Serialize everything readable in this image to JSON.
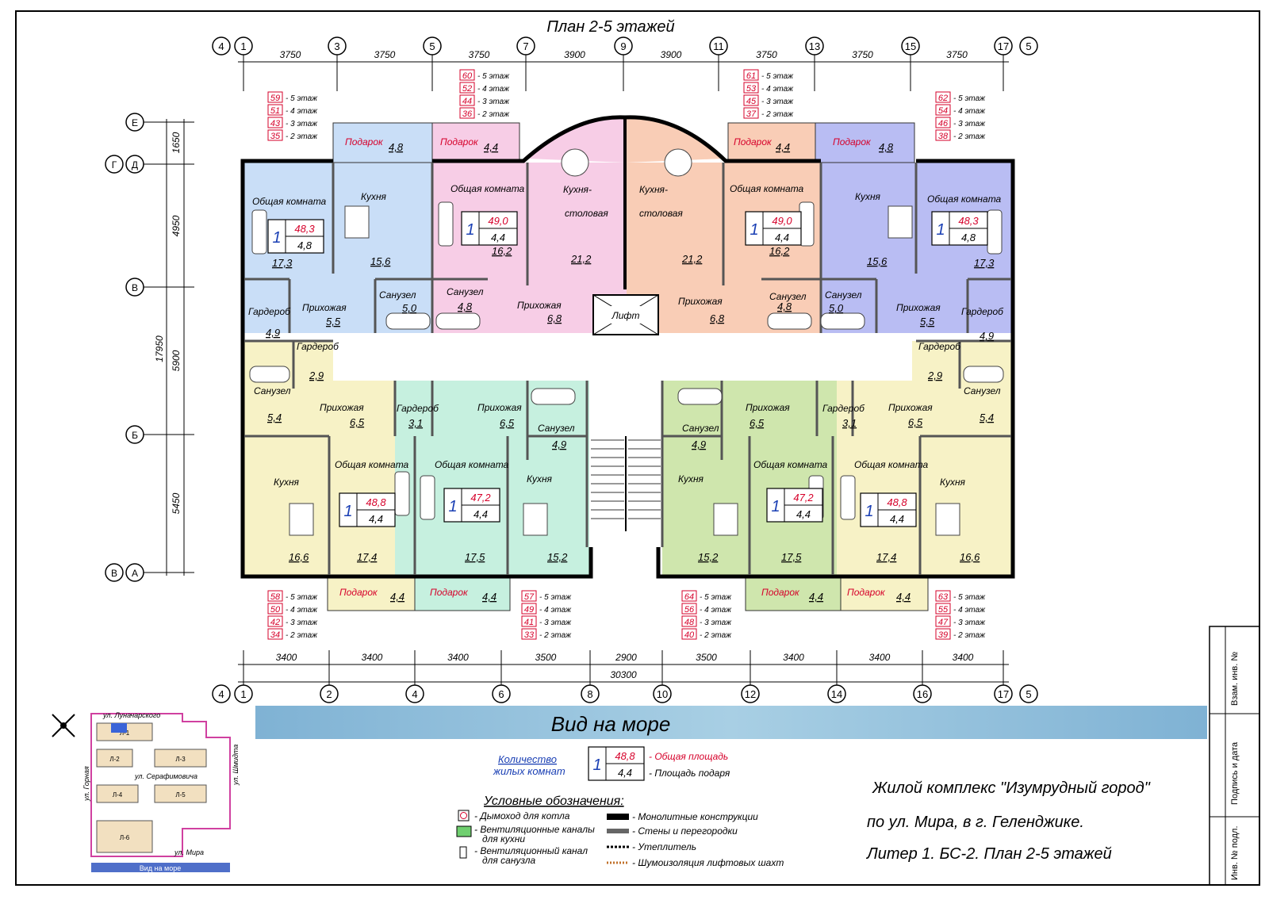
{
  "title": "План 2-5 этажей",
  "axes_top": [
    "1",
    "3",
    "5",
    "7",
    "9",
    "11",
    "13",
    "15",
    "17"
  ],
  "axes_bottom": [
    "1",
    "2",
    "4",
    "6",
    "8",
    "10",
    "12",
    "14",
    "16",
    "17"
  ],
  "axes_side": {
    "top_left": "4",
    "top_right": "5",
    "bottom_left": "4",
    "bottom_right": "5"
  },
  "dims_top": [
    "3750",
    "3750",
    "3750",
    "3900",
    "3900",
    "3750",
    "3750",
    "3750"
  ],
  "dims_bottom": [
    "3400",
    "3400",
    "3400",
    "3500",
    "2900",
    "3500",
    "3400",
    "3400",
    "3400"
  ],
  "dim_total": "30300",
  "left_axes": {
    "e": "Е",
    "g": "Г",
    "d": "Д",
    "v": "В",
    "b": "Б",
    "va": "В",
    "a": "А"
  },
  "left_dims": {
    "d1650": "1650",
    "d4950": "4950",
    "d17950": "17950",
    "d5900": "5900",
    "d5450": "5450"
  },
  "floor_suffix": {
    "f5": "- 5 этаж",
    "f4": "- 4 этаж",
    "f3": "- 3 этаж",
    "f2": "- 2 этаж"
  },
  "floor_lists": [
    [
      "59",
      "51",
      "43",
      "35"
    ],
    [
      "60",
      "52",
      "44",
      "36"
    ],
    [
      "61",
      "53",
      "45",
      "37"
    ],
    [
      "62",
      "54",
      "46",
      "38"
    ],
    [
      "58",
      "50",
      "42",
      "34"
    ],
    [
      "57",
      "49",
      "41",
      "33"
    ],
    [
      "64",
      "56",
      "48",
      "40"
    ],
    [
      "63",
      "55",
      "47",
      "39"
    ]
  ],
  "rooms": {
    "gift": "Подарок",
    "living": "Общая комната",
    "kitchen": "Кухня",
    "kitchen_dining": "Кухня-",
    "dining": "столовая",
    "bath": "Санузел",
    "hall": "Прихожая",
    "wardrobe": "Гардероб",
    "lift": "Лифт"
  },
  "apartments": [
    {
      "rooms": "1",
      "total": "48,3",
      "balcony": "4,8"
    },
    {
      "rooms": "1",
      "total": "49,0",
      "balcony": "4,4"
    },
    {
      "rooms": "1",
      "total": "49,0",
      "balcony": "4,4"
    },
    {
      "rooms": "1",
      "total": "48,3",
      "balcony": "4,8"
    },
    {
      "rooms": "1",
      "total": "48,8",
      "balcony": "4,4"
    },
    {
      "rooms": "1",
      "total": "47,2",
      "balcony": "4,4"
    },
    {
      "rooms": "1",
      "total": "47,2",
      "balcony": "4,4"
    },
    {
      "rooms": "1",
      "total": "48,8",
      "balcony": "4,4"
    }
  ],
  "areas": {
    "a1_balc": "4,8",
    "a1_liv": "17,3",
    "a1_kit": "15,6",
    "a1_bath": "5,0",
    "a1_hall": "5,5",
    "a1_ward": "4,9",
    "a2_balc": "4,4",
    "a2_liv": "16,2",
    "a2_kit": "21,2",
    "a2_bath": "4,8",
    "a2_hall": "6,8",
    "a3_balc": "4,4",
    "a3_liv": "16,2",
    "a3_kit": "21,2",
    "a3_bath": "4,8",
    "a3_hall": "6,8",
    "a4_balc": "4,8",
    "a4_liv": "17,3",
    "a4_kit": "15,6",
    "a4_bath": "5,0",
    "a4_hall": "5,5",
    "a4_ward": "4,9",
    "a5_ward": "2,9",
    "a5_bath": "5,4",
    "a5_hall": "6,5",
    "a5_kit": "16,6",
    "a5_liv": "17,4",
    "a5_balc": "4,4",
    "a6_ward": "3,1",
    "a6_hall": "6,5",
    "a6_bath": "4,9",
    "a6_liv": "17,5",
    "a6_kit": "15,2",
    "a6_balc": "4,4",
    "a7_bath": "4,9",
    "a7_hall": "6,5",
    "a7_ward": "3,1",
    "a7_kit": "15,2",
    "a7_liv": "17,5",
    "a7_balc": "4,4",
    "a8_ward": "2,9",
    "a8_hall": "6,5",
    "a8_bath": "5,4",
    "a8_liv": "17,4",
    "a8_kit": "16,6",
    "a8_balc": "4,4"
  },
  "sea_view": "Вид на море",
  "legend": {
    "rooms_count_1": "Количество",
    "rooms_count_2": "жилых комнат",
    "rooms": "1",
    "total": "48,8",
    "balcony": "4,4",
    "total_label": "- Общая площадь",
    "balcony_label": "- Площадь подаря",
    "title": "Условные обозначения:",
    "chimney": "- Дымоход для котла",
    "vent_kitchen_1": "- Вентиляционные каналы",
    "vent_kitchen_2": "для кухни",
    "vent_bath_1": "- Вентиляционный канал",
    "vent_bath_2": "для санузла",
    "monolith": "- Монолитные конструкции",
    "walls": "- Стены и перегородки",
    "insulation": "- Утеплитель",
    "noise": "- Шумоизоляция лифтовых шахт"
  },
  "info": {
    "line1": "Жилой комплекс \"Изумрудный город\"",
    "line2": "по ул. Мира, в г. Геленджике.",
    "line3": "Литер 1. БС-2. План 2-5 этажей"
  },
  "stamp": {
    "s1": "Взам. инв. №",
    "s2": "Подпись и дата",
    "s3": "Инв. № подл."
  },
  "map": {
    "street_top": "ул. Луначарского",
    "street_mid": "ул. Серафимовича",
    "street_left": "ул. Горная",
    "street_right": "ул. Шмидта",
    "street_bottom": "ул. Мира",
    "sea": "Вид на море",
    "blocks": [
      "Л-1",
      "Л-2",
      "Л-3",
      "Л-4",
      "Л-5",
      "Л-6"
    ]
  },
  "colors": {
    "blue": "#c9def7",
    "pink": "#f7cde6",
    "salmon": "#f9cdb6",
    "violet": "#b9bdf3",
    "yellow": "#f7f2c6",
    "mint": "#c6f0df",
    "green": "#cfe6ad",
    "sea_band": "#7fb2d4",
    "red": "#d6002a"
  }
}
